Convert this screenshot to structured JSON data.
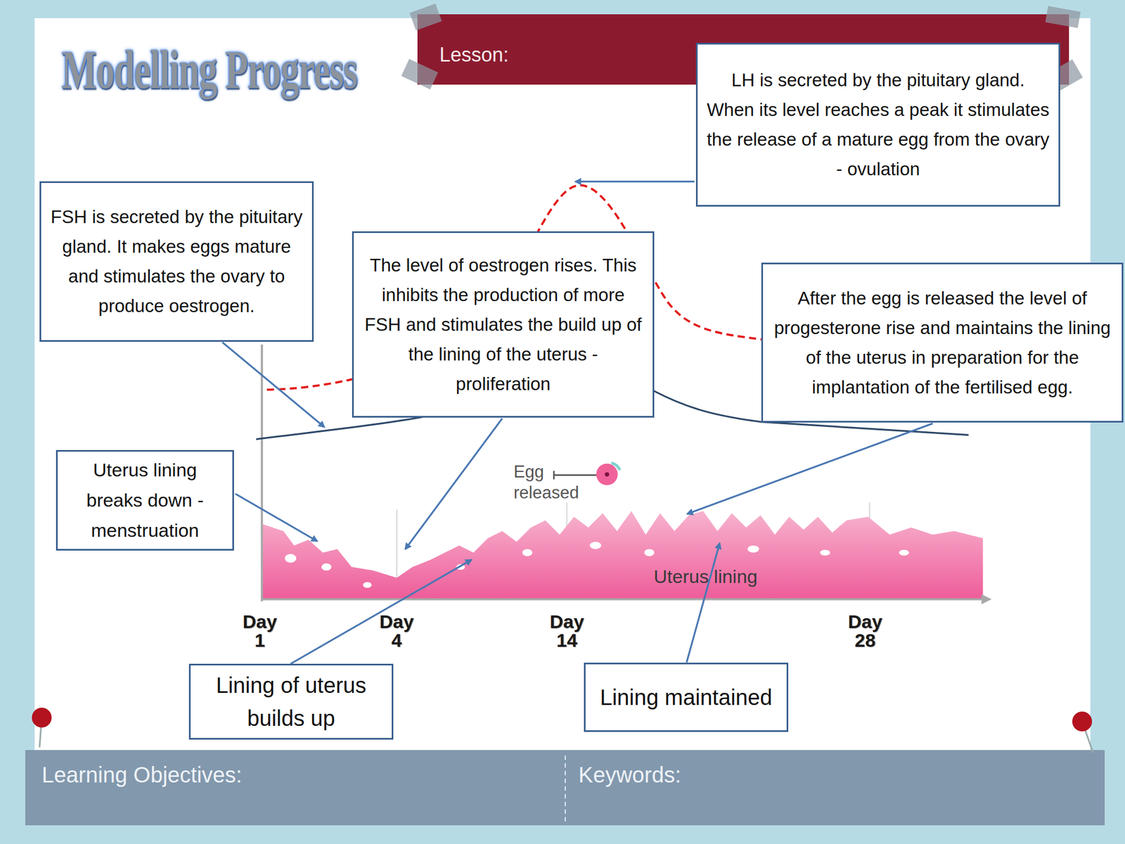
{
  "diagram": {
    "title": "Modelling Progress",
    "nodes": [
      {
        "text": [
          "LH is secreted by the pituitary gland. When its level reaches a peak it stimulates the release of a mature egg from the ovary - ovulation"
        ]
      },
      {
        "text": [
          "FSH is secreted by the pituitary gland. It makes eggs mature and stimulates the ovary to produce oestrogen."
        ]
      },
      {
        "text": [
          "The level of oestrogen rises. This inhibits the production of more FSH and stimulates the build up of the lining of the uterus - proliferation"
        ]
      },
      {
        "text": [
          "After the egg is released the level of progesterone rise and maintains the lining of the uterus in preparation for the implantation of the fertilised egg."
        ]
      },
      {
        "text": [
          "Uterus lining breaks down - menstruation"
        ]
      },
      {
        "text": [
          "Lining of uterus builds up"
        ]
      },
      {
        "text": [
          "Lining maintained"
        ]
      }
    ],
    "labels": [
      "Lesson:",
      "Egg released",
      "Uterus lining",
      "Day 1",
      "Day 4",
      "Day 14",
      "Day 28",
      "Learning Objectives:",
      "Keywords:"
    ]
  }
}
